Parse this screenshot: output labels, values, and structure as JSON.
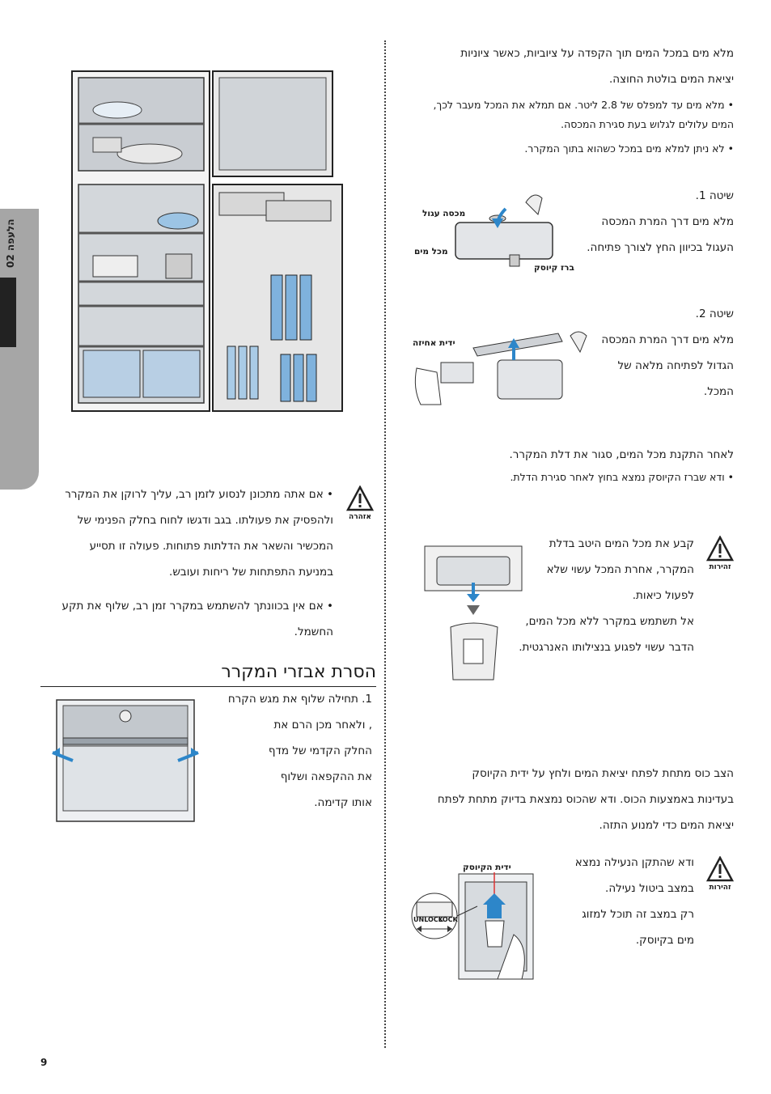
{
  "side_tab": {
    "label": "02 הלעפה"
  },
  "page_number": "9",
  "right_column": {
    "intro_lines": [
      "מלא מים במכל המים תוך הקפדה על ציוביות, כאשר ציוניות",
      "יציאת המים בולטת החוצה."
    ],
    "bullets": [
      [
        "מלא מים עד למפלס של 2.8 ליטר. אם תמלא את המכל מעבר לכך,",
        "המים עלולים לגלוש בעת סגירת המכסה."
      ],
      [
        "לא ניתן למלא מים במכל כשהוא בתוך המקרר."
      ]
    ],
    "method1": {
      "title": "שיטה 1.",
      "lines": [
        "מלא מים דרך המרת המכסה",
        "העגול בכיוון החץ לצורך פתיחה."
      ],
      "labels": {
        "round_lid": "מכסה עגול",
        "water_lid": "מכל מים",
        "tap": "ברז קיוסק"
      }
    },
    "method2": {
      "title": "שיטה 2.",
      "lines": [
        "מלא מים דרך המרת המכסה",
        "הגדול לפתיחה מלאה של",
        "המכל."
      ],
      "labels": {
        "handle": "ידית אחיזה"
      }
    },
    "after_install": {
      "line": "לאחר התקנת מכל המים, סגור את דלת המקרר.",
      "bullet": "ודא שברז הקיוסק נמצא בחוץ לאחר סגירת הדלת."
    },
    "caution1": {
      "label": "זהירות",
      "lines": [
        "קבע את מכל המים היטב בדלת",
        "המקרר, אחרת המכל עשוי שלא",
        "לפעול כיאות.",
        "אל תשתמש במקרר ללא מכל המים,",
        "הדבר עשוי לפגוע בנצילותו האנרגטית."
      ]
    },
    "cup": {
      "lines": [
        "הצב כוס מתחת לפתח יציאת המים ולחץ על ידית הקיוסק",
        "בעדינות באמצעות הכוס. ודא שהכוס נמצאת בדיוק מתחת לפתח",
        "יציאת המים כדי למנוע התזה."
      ]
    },
    "caution2": {
      "label": "זהירות",
      "lines": [
        "ודא שהתקן הנעילה נמצא",
        "במצב ביטול נעילה.",
        "רק במצב זה תוכל למזוג",
        "מים בקיוסק."
      ],
      "labels": {
        "handle": "ידית הקיוסק",
        "unlock": "UNLOCK",
        "lock": "LOCK"
      }
    }
  },
  "left_column": {
    "warning": {
      "label": "אזהרה",
      "bullets": [
        [
          "אם אתה מתכונן לנסוע לזמן רב, עליך לרוקן את המקרר",
          "ולהפסיק את פעולתו. בגב ודגשו לחוח בחלק הפנימי של",
          "המכשיר והשאר את הדלתות פתוחות. פעולה זו תסייע",
          "במניעת התפתחות של ריחות ועובש."
        ],
        [
          "אם אין בכוונתך להשתמש במקרר זמן רב, שלוף את תקע",
          "החשמל."
        ]
      ]
    },
    "section": {
      "title": "הסרת אבזרי המקרר",
      "step1_lines": [
        "1. תחילה שלוף את מגש הקרח",
        ", ולאחר מכן הרם את",
        "החלק הקדמי של מדף",
        "את ההקפאה ושלוף",
        "אותו קדימה."
      ]
    }
  }
}
